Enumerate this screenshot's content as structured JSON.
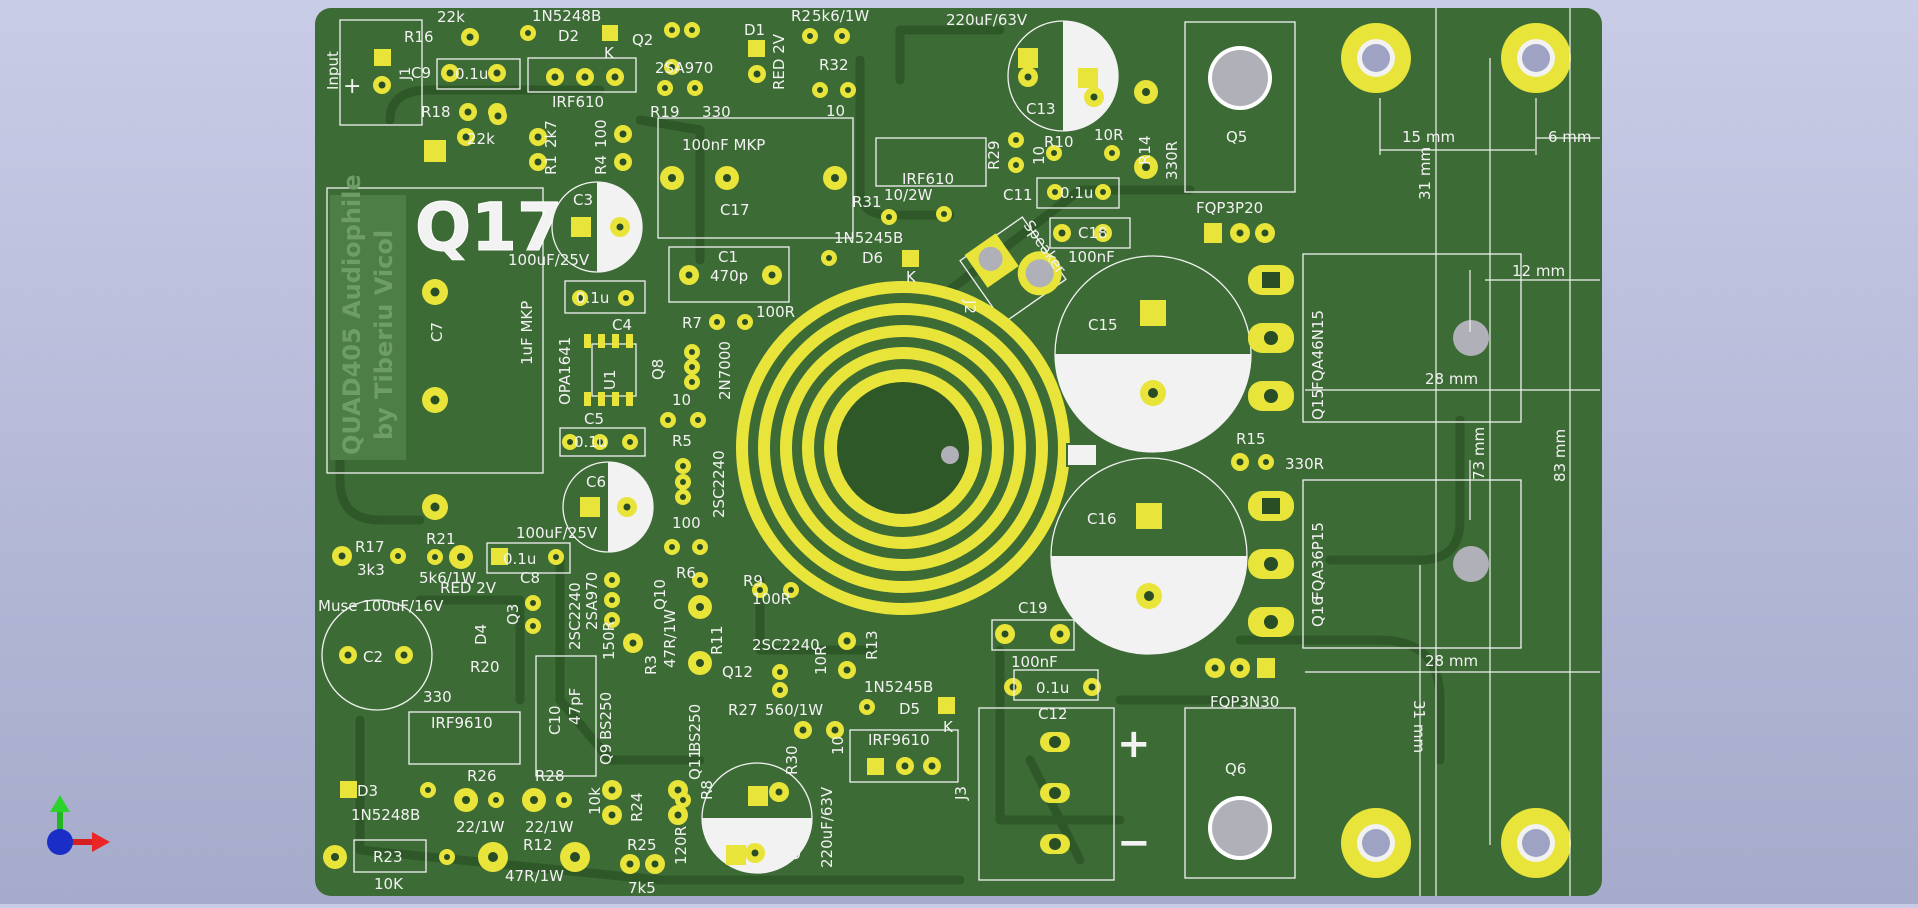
{
  "board": {
    "colors": {
      "mask": "#3d6b36",
      "trace": "#2f5829",
      "pad": "#e8e43a",
      "silk": "#f2f2f2",
      "background": "#b8bcdb"
    },
    "brand_lines": [
      "QUAD405 Audiophile",
      "by Tiberiu Vicol"
    ],
    "big_label": "Q17",
    "input_label": "Input",
    "labels": {
      "r16": "R16",
      "r16v": "22k",
      "c9": "C9",
      "c9v": "0.1u",
      "j1": "J1",
      "r18": "R18",
      "r18v": "22k",
      "d2v": "1N5248B",
      "d2": "D2",
      "k1": "K",
      "irf610a": "IRF610",
      "q2": "Q2",
      "q2v": "2SA970",
      "r19": "R19",
      "r19v": "330",
      "d1": "D1",
      "d1v": "RED 2V",
      "r2": "R2",
      "r2v": "5k6/1W",
      "r32": "R32",
      "r32v": "10",
      "r1": "R1",
      "r1v": "2k7",
      "r4": "R4",
      "r4v": "100",
      "c3": "C3",
      "c3v": "100uF/25V",
      "c17v": "100nF MKP",
      "c17": "C17",
      "c1": "C1",
      "c1v": "470p",
      "c4": "C4",
      "c4v": "0.1u",
      "u1": "U1",
      "u1v": "OPA1641",
      "c7": "C7",
      "c7v": "1uF MKP",
      "r7": "R7",
      "r7v": "100R",
      "q8": "Q8",
      "q8v": "2N7000",
      "c5": "C5",
      "c5v": "0.1u",
      "r5": "R5",
      "r5v": "10",
      "c6": "C6",
      "c6v": "100uF/25V",
      "q7v": "2SC2240",
      "r6v": "100",
      "r6": "R6",
      "c13v": "220uF/63V",
      "c13": "C13",
      "r10": "R10",
      "r10v": "10R",
      "r14": "R14",
      "r14v": "330R",
      "q5": "Q5",
      "irf610b": "IRF610",
      "r29": "R29",
      "r29v": "10",
      "c11": "C11",
      "c11v": "0.1u",
      "r31": "R31",
      "r31v": "10/2W",
      "d6v": "1N5245B",
      "d6": "D6",
      "k2": "K",
      "j2": "J2",
      "j2v": "Speaker",
      "c18": "C18",
      "c18v": "100nF",
      "fqp3p20": "FQP3P20",
      "c15": "C15",
      "q15": "Q15",
      "q15v": "FQA46N15",
      "c16": "C16",
      "q16": "Q16",
      "q16v": "FQA36P15",
      "r15": "R15",
      "r15v": "330R",
      "r17": "R17",
      "r17v": "3k3",
      "r21": "R21",
      "r21v": "5k6/1W",
      "c8": "C8",
      "c8v": "0.1u",
      "d4v": "RED 2V",
      "d4": "D4",
      "c2v": "Muse 100uF/16V",
      "c2": "C2",
      "q3": "Q3",
      "q3v": "2SC2240",
      "q4v": "2SA970",
      "q10": "Q10",
      "r9": "R9",
      "r9v": "100R",
      "r11": "R11",
      "r3": "R3",
      "r3v": "47R/1W",
      "r3b": "150R",
      "q12": "Q12",
      "q12v": "2SC2240",
      "r13": "R13",
      "r13v": "10R",
      "r20": "R20",
      "r20v": "330",
      "c10": "C10",
      "c10v": "47pF",
      "irf9610a": "IRF9610",
      "q9": "Q9",
      "q9v": "BS250",
      "q11": "Q11",
      "q11v": "BS250",
      "r27": "R27",
      "r27v": "560/1W",
      "d5v": "1N5245B",
      "d5": "D5",
      "k3": "K",
      "irf9610b": "IRF9610",
      "r30": "R30",
      "r30v": "10",
      "c19": "C19",
      "c19v": "100nF",
      "c12": "C12",
      "c12v": "0.1u",
      "fqp3n30": "FQP3N30",
      "q6": "Q6",
      "j3": "J3",
      "plus": "+",
      "minus": "−",
      "d3": "D3",
      "d3v": "1N5248B",
      "r26": "R26",
      "r26v": "22/1W",
      "r28": "R28",
      "r28v": "22/1W",
      "r24": "R24",
      "r24v": "10k",
      "r8": "R8",
      "r8v": "120R",
      "c14": "C14",
      "c14v": "220uF/63V",
      "r25": "R25",
      "r25v": "7k5",
      "r23": "R23",
      "r23v": "10K",
      "r12": "R12",
      "r12v": "47R/1W"
    },
    "dimensions": {
      "d15": "15 mm",
      "d6": "6 mm",
      "d31a": "31 mm",
      "d12": "12 mm",
      "d28a": "28 mm",
      "d73": "73 mm",
      "d83": "83 mm",
      "d28b": "28 mm",
      "d31b": "31 mm"
    }
  }
}
